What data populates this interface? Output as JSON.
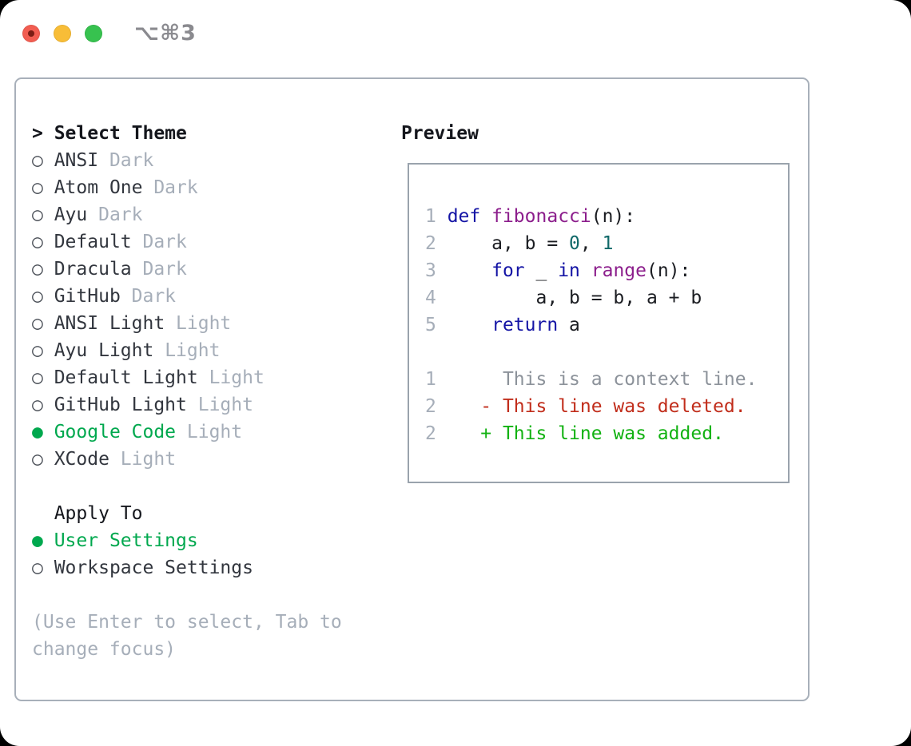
{
  "window": {
    "title_shortcut": "⌥⌘3",
    "traffic_lights": [
      "close",
      "minimize",
      "zoom"
    ]
  },
  "glyphs": {
    "header_prefix": ">",
    "radio_off": "○",
    "radio_on": "●"
  },
  "theme_panel": {
    "header": "Select Theme",
    "items": [
      {
        "name": "ANSI",
        "variant": "Dark",
        "selected": false
      },
      {
        "name": "Atom One",
        "variant": "Dark",
        "selected": false
      },
      {
        "name": "Ayu",
        "variant": "Dark",
        "selected": false
      },
      {
        "name": "Default",
        "variant": "Dark",
        "selected": false
      },
      {
        "name": "Dracula",
        "variant": "Dark",
        "selected": false
      },
      {
        "name": "GitHub",
        "variant": "Dark",
        "selected": false
      },
      {
        "name": "ANSI Light",
        "variant": "Light",
        "selected": false
      },
      {
        "name": "Ayu Light",
        "variant": "Light",
        "selected": false
      },
      {
        "name": "Default Light",
        "variant": "Light",
        "selected": false
      },
      {
        "name": "GitHub Light",
        "variant": "Light",
        "selected": false
      },
      {
        "name": "Google Code",
        "variant": "Light",
        "selected": true
      },
      {
        "name": "XCode",
        "variant": "Light",
        "selected": false
      }
    ],
    "apply_to": {
      "header": "Apply To",
      "options": [
        {
          "label": "User Settings",
          "selected": true
        },
        {
          "label": "Workspace Settings",
          "selected": false
        }
      ]
    },
    "hint": "(Use Enter to select, Tab to change focus)"
  },
  "preview": {
    "header": "Preview",
    "code_lines": [
      {
        "num": "1",
        "tokens": [
          {
            "t": "def",
            "c": "kw"
          },
          {
            "t": " ",
            "c": "pl"
          },
          {
            "t": "fibonacci",
            "c": "fn"
          },
          {
            "t": "(n):",
            "c": "pl"
          }
        ]
      },
      {
        "num": "2",
        "tokens": [
          {
            "t": "    a, b = ",
            "c": "pl"
          },
          {
            "t": "0",
            "c": "lit"
          },
          {
            "t": ", ",
            "c": "pl"
          },
          {
            "t": "1",
            "c": "lit"
          }
        ]
      },
      {
        "num": "3",
        "tokens": [
          {
            "t": "    ",
            "c": "pl"
          },
          {
            "t": "for",
            "c": "kw"
          },
          {
            "t": " _ ",
            "c": "pl"
          },
          {
            "t": "in",
            "c": "kw"
          },
          {
            "t": " ",
            "c": "pl"
          },
          {
            "t": "range",
            "c": "fn"
          },
          {
            "t": "(n):",
            "c": "pl"
          }
        ]
      },
      {
        "num": "4",
        "tokens": [
          {
            "t": "        a, b = b, a + b",
            "c": "pl"
          }
        ]
      },
      {
        "num": "5",
        "tokens": [
          {
            "t": "    ",
            "c": "pl"
          },
          {
            "t": "return",
            "c": "kw"
          },
          {
            "t": " a",
            "c": "pl"
          }
        ]
      }
    ],
    "diff_lines": [
      {
        "num": "1",
        "tokens": [
          {
            "t": "     This is a context line.",
            "c": "ctx"
          }
        ]
      },
      {
        "num": "2",
        "tokens": [
          {
            "t": "   ",
            "c": "pl"
          },
          {
            "t": "- This line was deleted.",
            "c": "del"
          }
        ]
      },
      {
        "num": "2",
        "tokens": [
          {
            "t": "   ",
            "c": "pl"
          },
          {
            "t": "+ This line was added.",
            "c": "add"
          }
        ]
      }
    ]
  },
  "colors": {
    "accent_green": "#00a84e",
    "heading_text": "#14161c",
    "item_text": "#32363e",
    "muted_text": "#a6aeb9",
    "circle_gray": "#4a4f57",
    "panel_border": "#a8b0ba",
    "preview_border": "#9aa3ad",
    "gutter": "#a6aeb9",
    "code_plain": "#1b1d22",
    "code_keyword": "#1414a5",
    "code_function": "#8c1e8c",
    "code_literal": "#106969",
    "diff_context": "#8c929a",
    "diff_deleted": "#c12d1b",
    "diff_added": "#12b212",
    "traffic_red": "#f25d51",
    "traffic_red_dot": "#7b1d14",
    "traffic_yellow": "#f8bd37",
    "traffic_green": "#37c24f",
    "title_gray": "#8a8a8f"
  }
}
